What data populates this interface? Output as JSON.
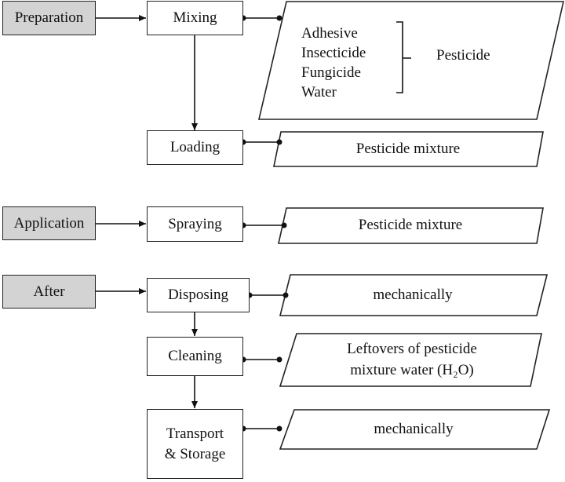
{
  "stages": {
    "preparation": "Preparation",
    "application": "Application",
    "after": "After"
  },
  "steps": {
    "mixing": "Mixing",
    "loading": "Loading",
    "spraying": "Spraying",
    "disposing": "Disposing",
    "cleaning": "Cleaning",
    "transport_line1": "Transport",
    "transport_line2": "& Storage"
  },
  "outputs": {
    "ingredients": [
      "Adhesive",
      "Insecticide",
      "Fungicide",
      "Water"
    ],
    "ingredients_group": "Pesticide",
    "loading": "Pesticide mixture",
    "spraying": "Pesticide mixture",
    "disposing": "mechanically",
    "cleaning_line1": "Leftovers of pesticide",
    "cleaning_line2": "mixture water (H₂O)",
    "transport": "mechanically"
  }
}
